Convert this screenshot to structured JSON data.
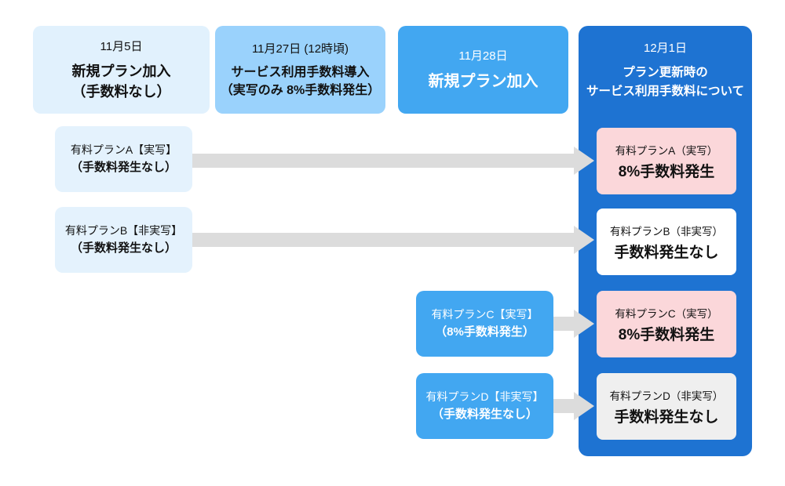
{
  "diagram": {
    "columns": [
      {
        "date": "11月5日",
        "title_line1": "新規プラン加入",
        "title_line2": "（手数料なし）"
      },
      {
        "date": "11月27日 (12時頃)",
        "title_line1": "サービス利用手数料導入",
        "title_line2": "（実写のみ 8%手数料発生）"
      },
      {
        "date": "11月28日",
        "title_line1": "新規プラン加入",
        "title_line2": ""
      },
      {
        "date": "12月1日",
        "title_line1": "プラン更新時の",
        "title_line2": "サービス利用手数料について"
      }
    ],
    "source_plans": [
      {
        "name": "有料プランA【実写】",
        "fee": "（手数料発生なし）"
      },
      {
        "name": "有料プランB【非実写】",
        "fee": "（手数料発生なし）"
      },
      {
        "name": "有料プランC【実写】",
        "fee": "（8%手数料発生）"
      },
      {
        "name": "有料プランD【非実写】",
        "fee": "（手数料発生なし）"
      }
    ],
    "result_plans": [
      {
        "name": "有料プランA（実写）",
        "fee": "8%手数料発生",
        "status": "fee"
      },
      {
        "name": "有料プランB（非実写）",
        "fee": "手数料発生なし",
        "status": "no-fee"
      },
      {
        "name": "有料プランC（実写）",
        "fee": "8%手数料発生",
        "status": "fee"
      },
      {
        "name": "有料プランD（非実写）",
        "fee": "手数料発生なし",
        "status": "no-fee"
      }
    ],
    "colors": {
      "column_nov5_bg": "#e1f1fd",
      "column_nov27_bg": "#9ad2fc",
      "column_nov28_bg": "#42a7f1",
      "column_dec1_bg": "#1e73d2",
      "source_plan_light_bg": "#e4f2fd",
      "source_plan_blue_bg": "#42a7f1",
      "result_fee_bg": "#fbd7da",
      "result_no_fee_white_bg": "#ffffff",
      "result_no_fee_gray_bg": "#efefef",
      "arrow": "#dcdcdc"
    }
  }
}
